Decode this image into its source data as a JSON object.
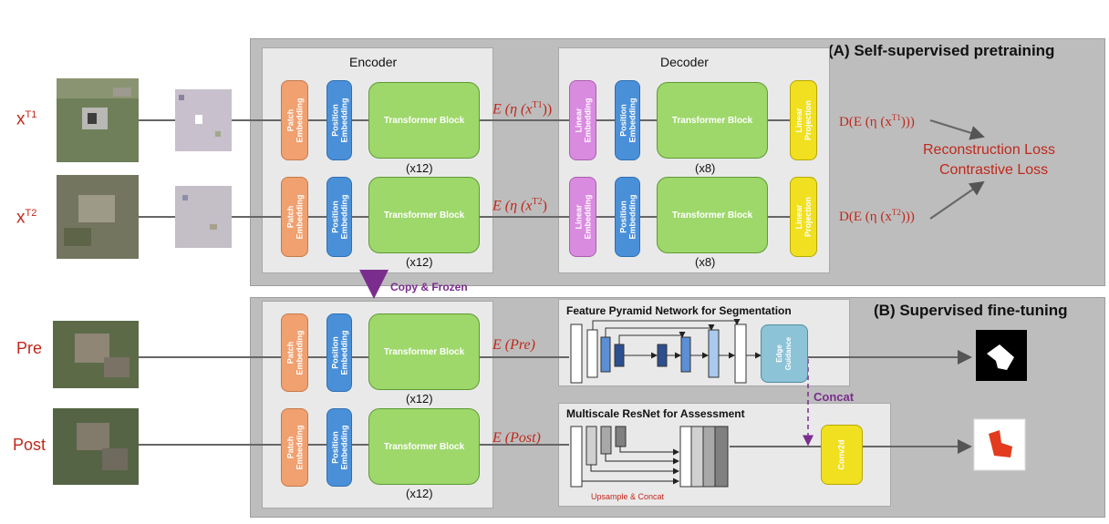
{
  "inputs": {
    "xT1_base": "x",
    "xT1_sup": "T1",
    "xT2_base": "x",
    "xT2_sup": "T2",
    "pre": "Pre",
    "post": "Post"
  },
  "section_a": {
    "title": "(A) Self-supervised pretraining",
    "encoder_title": "Encoder",
    "decoder_title": "Decoder",
    "patch_embedding": "Patch\nEmbedding",
    "position_embedding": "Position\nEmbedding",
    "linear_embedding": "Linear\nEmbedding",
    "linear_projection": "Linear\nProjection",
    "transformer_block": "Transformer Block",
    "enc_repeat": "(x12)",
    "dec_repeat": "(x8)",
    "enc_out_1": "E (η (x",
    "enc_out_1_sup": "T1",
    "enc_out_1_end": "))",
    "enc_out_2": "E (η (x",
    "enc_out_2_sup": "T2",
    "enc_out_2_end": ")",
    "dec_out_1": "D(E (η (x",
    "dec_out_1_sup": "T1",
    "dec_out_1_end": ")))",
    "dec_out_2": "D(E (η (x",
    "dec_out_2_sup": "T2",
    "dec_out_2_end": ")))",
    "loss_1": "Reconstruction Loss",
    "loss_2": "Contrastive Loss"
  },
  "copy_frozen": "Copy & Frozen",
  "section_b": {
    "title": "(B) Supervised fine-tuning",
    "pre_out": "E (Pre)",
    "post_out": "E (Post)",
    "fpn_title": "Feature Pyramid Network for Segmentation",
    "edge_guidance": "Edge\nGuidance",
    "concat": "Concat",
    "resnet_title": "Multiscale ResNet for Assessment",
    "conv2d": "Conv2d",
    "upsample": "Upsample & Concat"
  },
  "colors": {
    "panel": "#bdbdbd",
    "subpanel": "#e9e9e9",
    "patch": "#f1a070",
    "position": "#4a90d9",
    "linear_embedding": "#d98be0",
    "linear_projection": "#f0e020",
    "transformer": "#9ed86a",
    "text_red": "#c0281c",
    "arrow_purple": "#7b2d8e",
    "edge_guidance": "#8dc3d6"
  }
}
